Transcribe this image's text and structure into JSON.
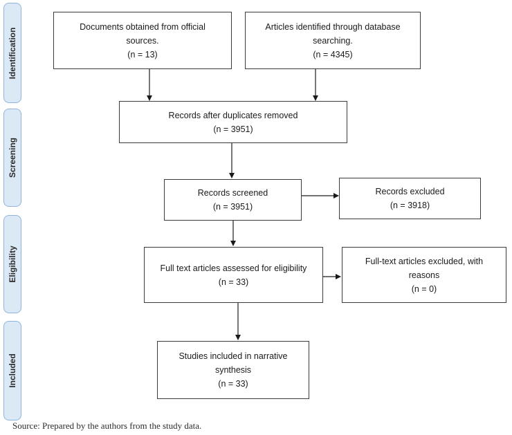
{
  "phases": {
    "identification": "Identification",
    "screening": "Screening",
    "eligibility": "Eligibility",
    "included": "Included"
  },
  "boxes": {
    "official_sources": {
      "line1": "Documents obtained from official",
      "line2": "sources.",
      "count": "(n = 13)"
    },
    "database_search": {
      "line1": "Articles identified through database",
      "line2": "searching.",
      "count": "(n = 4345)"
    },
    "duplicates_removed": {
      "line1": "Records after duplicates removed",
      "count": "(n = 3951)"
    },
    "records_screened": {
      "line1": "Records screened",
      "count": "(n = 3951)"
    },
    "records_excluded": {
      "line1": "Records excluded",
      "count": "(n = 3918)"
    },
    "fulltext_assessed": {
      "line1": "Full text articles assessed for eligibility",
      "count": "(n = 33)"
    },
    "fulltext_excluded": {
      "line1": "Full-text articles excluded, with",
      "line2": "reasons",
      "count": "(n = 0)"
    },
    "studies_included": {
      "line1": "Studies included in narrative",
      "line2": "synthesis",
      "count": "(n = 33)"
    }
  },
  "source_note": "Source: Prepared by the authors from the study data.",
  "colors": {
    "phase_fill": "#dbe9f6",
    "phase_border": "#8fb4d9",
    "box_border": "#3a3a3a"
  }
}
